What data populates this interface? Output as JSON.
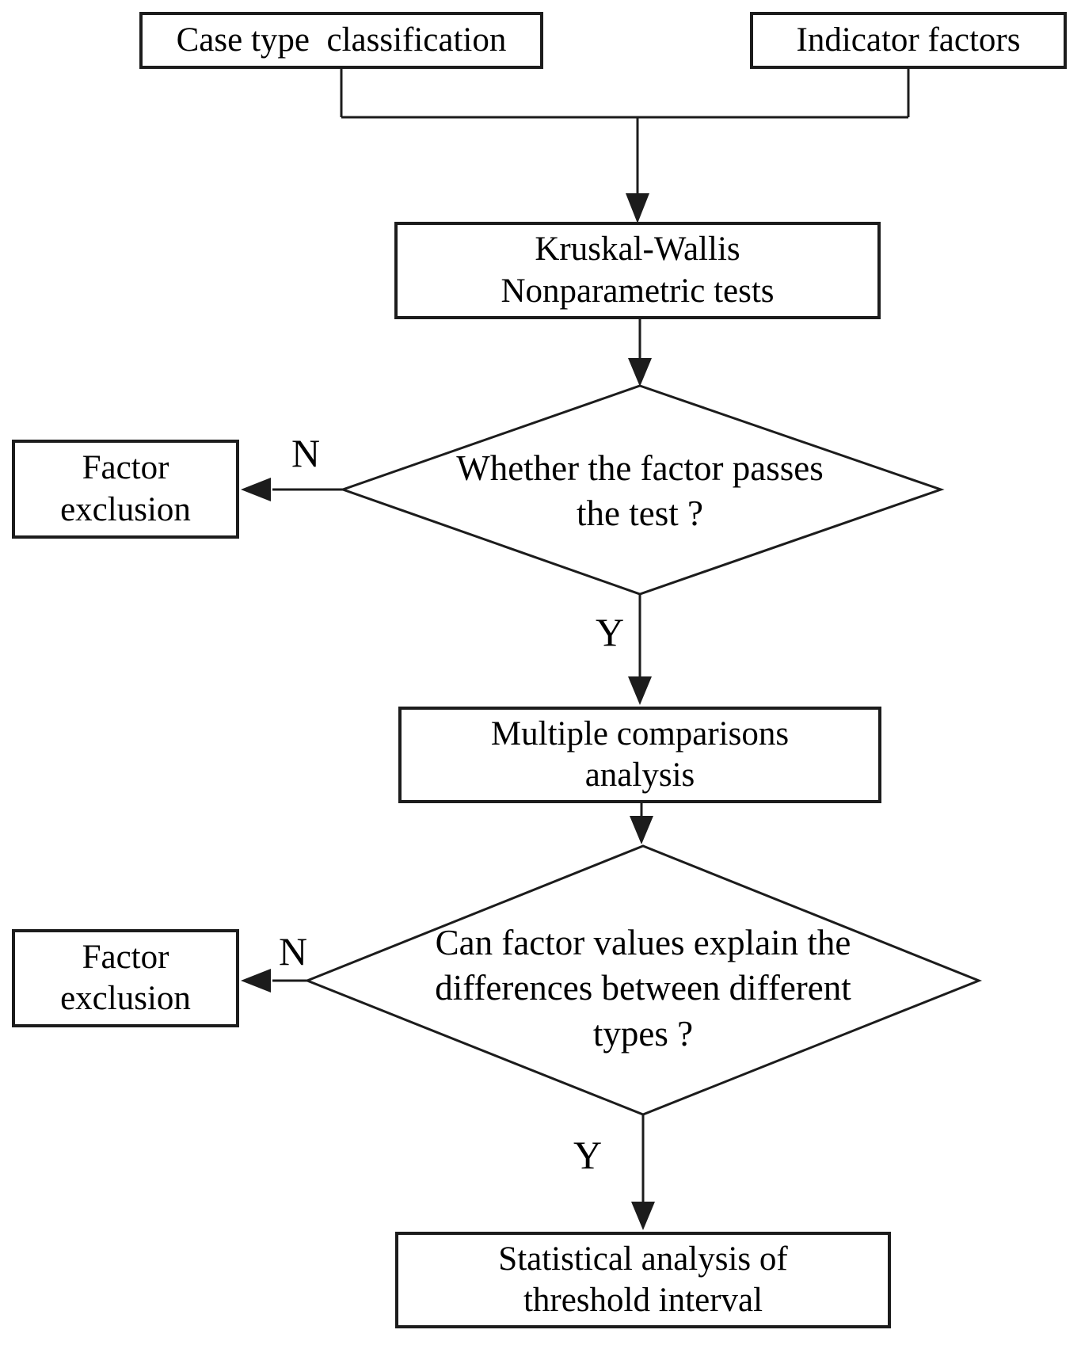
{
  "diagram": {
    "colors": {
      "background": "#ffffff",
      "line": "#1c1c1c",
      "text": "#000000",
      "node_fill": "#ffffff"
    },
    "nodes": {
      "case_type": {
        "label": "Case type  classification"
      },
      "indicator_factors": {
        "label": "Indicator factors"
      },
      "kruskal": {
        "lines": [
          "Kruskal-Wallis",
          "Nonparametric tests"
        ]
      },
      "decision_pass_test": {
        "lines": [
          "Whether the factor passes",
          "the test ?"
        ]
      },
      "factor_exclusion_1": {
        "lines": [
          "Factor",
          "exclusion"
        ]
      },
      "multiple_comparisons": {
        "lines": [
          "Multiple comparisons",
          "analysis"
        ]
      },
      "decision_explain_differences": {
        "lines": [
          "Can factor values explain the",
          "differences between different",
          "types ?"
        ]
      },
      "factor_exclusion_2": {
        "lines": [
          "Factor",
          "exclusion"
        ]
      },
      "statistical_analysis": {
        "lines": [
          "Statistical analysis of",
          "threshold interval"
        ]
      }
    },
    "edge_labels": {
      "n1": "N",
      "y1": "Y",
      "n2": "N",
      "y2": "Y"
    }
  }
}
